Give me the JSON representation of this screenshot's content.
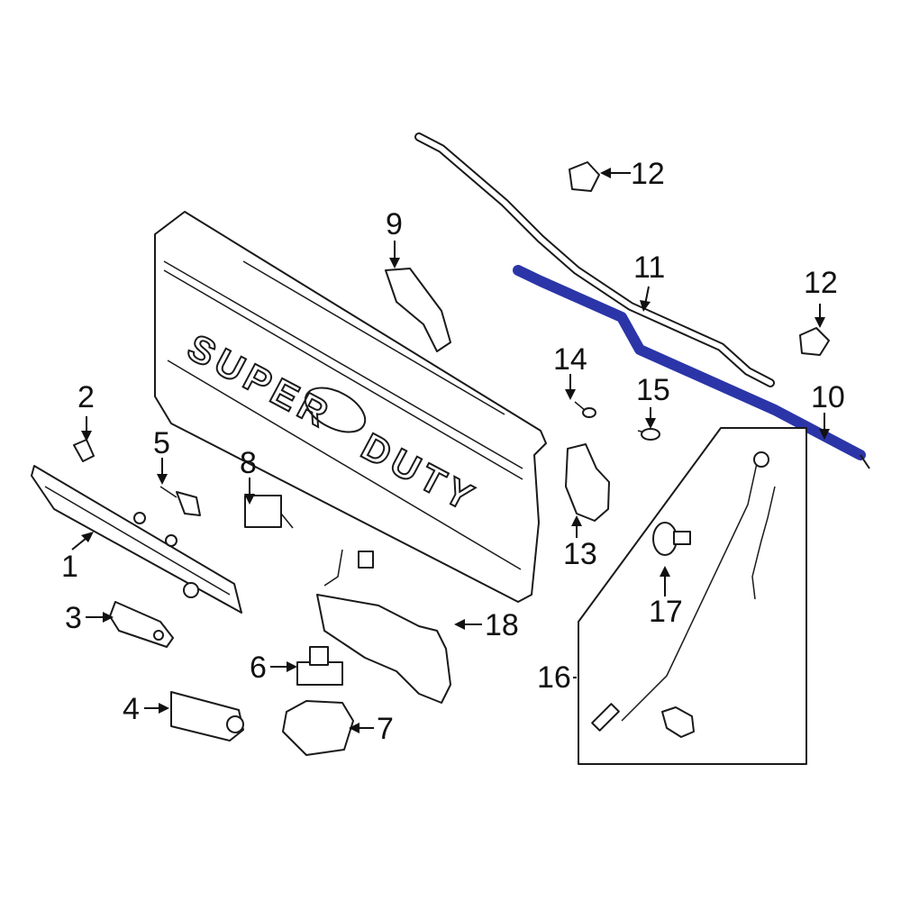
{
  "diagram": {
    "emblem_text": {
      "tailgate_word_1": "SUPER",
      "tailgate_word_2": "DUTY"
    },
    "highlight_color": "#2b35a8",
    "callouts": [
      "1",
      "2",
      "3",
      "4",
      "5",
      "6",
      "7",
      "8",
      "9",
      "10",
      "11",
      "12",
      "12",
      "13",
      "14",
      "15",
      "16",
      "17",
      "18"
    ]
  }
}
